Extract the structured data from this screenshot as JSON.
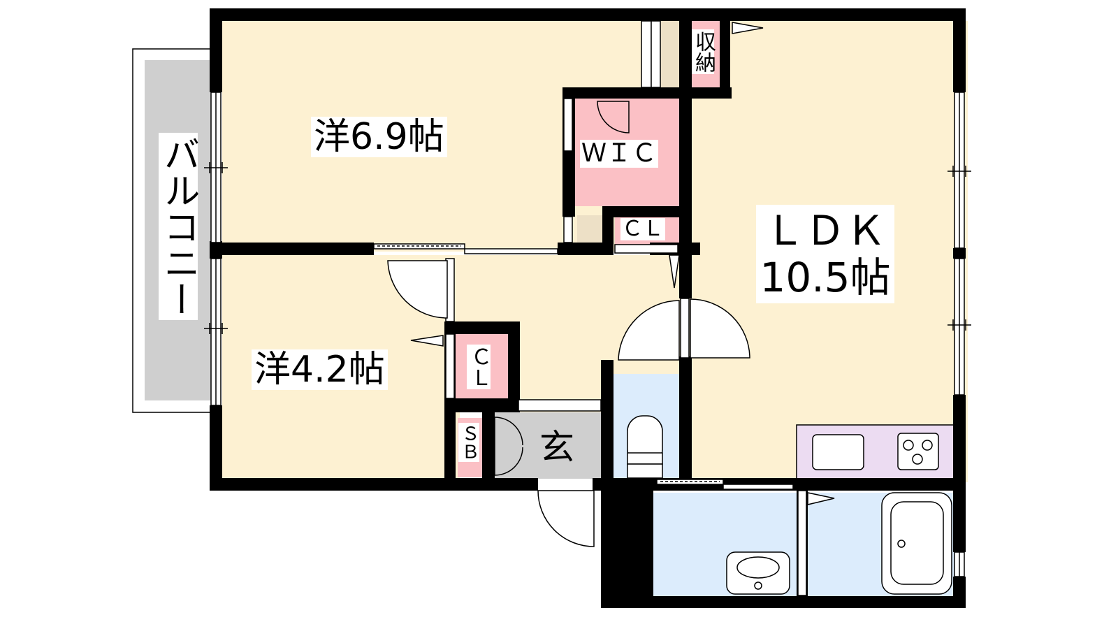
{
  "floorplan": {
    "rooms": {
      "western_large": {
        "label": "洋6.9帖"
      },
      "western_small": {
        "label": "洋4.2帖"
      },
      "ldk": {
        "label_line1": "ＬＤＫ",
        "label_line2": "10.5帖"
      },
      "wic": {
        "label": "ＷＩＣ"
      },
      "closet_upper": {
        "label": "ＣＬ"
      },
      "closet_lower": {
        "label": "ＣＬ"
      },
      "storage": {
        "label": "収納"
      },
      "shoe_box": {
        "label": "ＳＢ"
      },
      "entrance": {
        "label": "玄"
      },
      "balcony": {
        "label": "バルコニー"
      }
    },
    "colors": {
      "room_floor": "#fdf1d2",
      "closet": "#fbc0c5",
      "wet_area": "#dcecfc",
      "kitchen": "#ecdcf2",
      "entrance": "#cfcfcf",
      "balcony": "#cfcfcf",
      "wall": "#000000",
      "built_in": "#ede0c6"
    }
  }
}
